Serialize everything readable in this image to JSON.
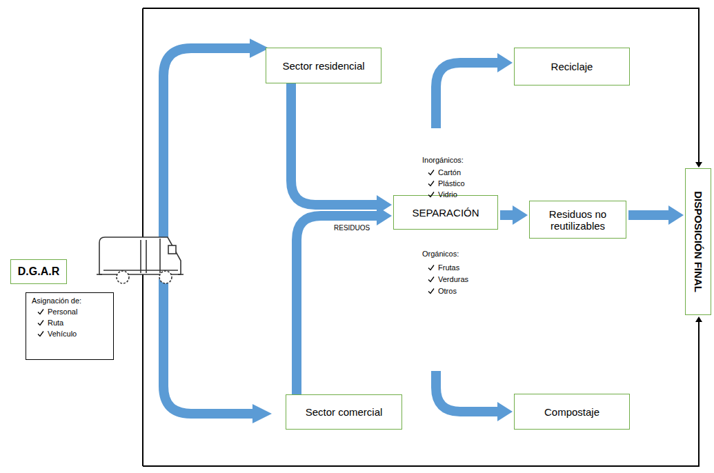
{
  "diagram": {
    "nodes": [
      {
        "text": [
          "D.G.A.R"
        ]
      },
      {
        "text": [
          "Asignación de:",
          "Personal",
          "Ruta",
          "Vehículo"
        ]
      },
      {
        "text": [
          "Sector residencial"
        ]
      },
      {
        "text": [
          "Sector comercial"
        ]
      },
      {
        "text": [
          "SEPARACIÓN"
        ]
      },
      {
        "text": [
          "Reciclaje"
        ]
      },
      {
        "text": [
          "Residuos no reutilizables"
        ]
      },
      {
        "text": [
          "Compostaje"
        ]
      },
      {
        "text": [
          "DISPOSICIÓN FINAL"
        ]
      }
    ],
    "edges": [
      {
        "from": 2,
        "to": 4,
        "arrow": "to"
      },
      {
        "from": 3,
        "to": 4,
        "arrow": "to"
      },
      {
        "from": 4,
        "to": 5,
        "arrow": "to"
      },
      {
        "from": 4,
        "to": 7,
        "arrow": "to"
      },
      {
        "from": 4,
        "to": 6,
        "arrow": "to"
      },
      {
        "from": 6,
        "to": 8,
        "arrow": "to"
      }
    ],
    "labels": [
      "RESIDUOS",
      "Inorgánicos:",
      "Cartón",
      "Plástico",
      "Vidrio",
      "Orgánicos:",
      "Frutas",
      "Verduras",
      "Otros"
    ]
  }
}
